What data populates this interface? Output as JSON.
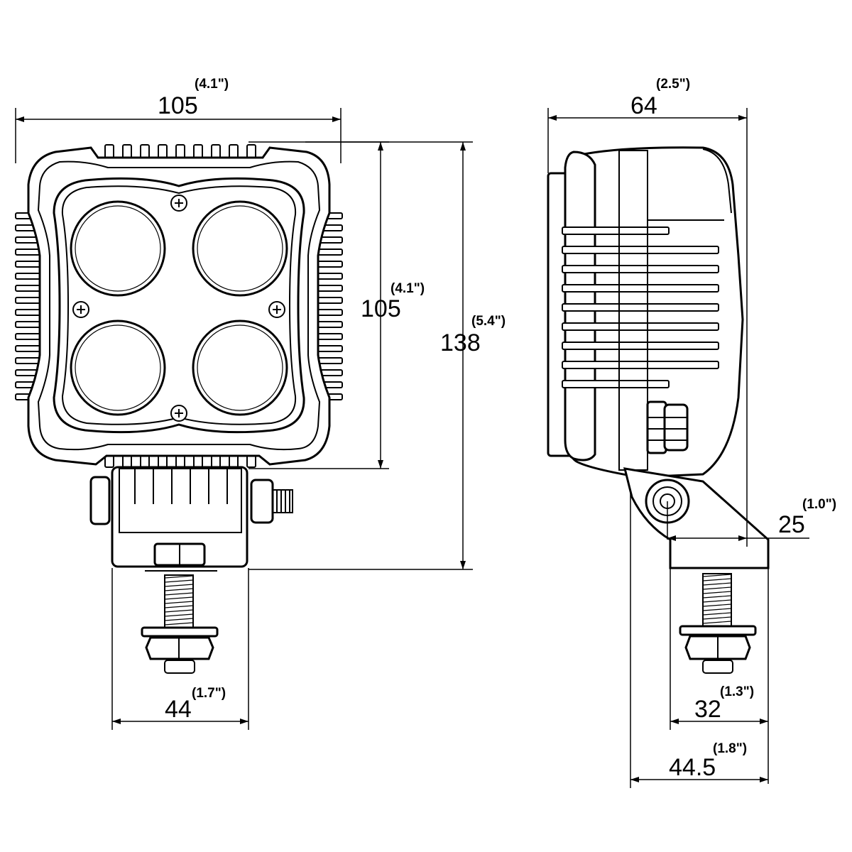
{
  "front_view": {
    "width": {
      "value": "105",
      "inch": "(4.1\")"
    },
    "lens_height": {
      "value": "105",
      "inch": "(4.1\")"
    },
    "total_height": {
      "value": "138",
      "inch": "(5.4\")"
    },
    "bracket_width": {
      "value": "44",
      "inch": "(1.7\")"
    }
  },
  "side_view": {
    "depth": {
      "value": "64",
      "inch": "(2.5\")"
    },
    "pivot_offset": {
      "value": "25",
      "inch": "(1.0\")"
    },
    "foot_width": {
      "value": "32",
      "inch": "(1.3\")"
    },
    "bracket_depth": {
      "value": "44.5",
      "inch": "(1.8\")"
    }
  },
  "colors": {
    "line": "#000000",
    "background": "#ffffff"
  },
  "icons": {
    "mount_screw": "cross-head-screw-icon"
  }
}
